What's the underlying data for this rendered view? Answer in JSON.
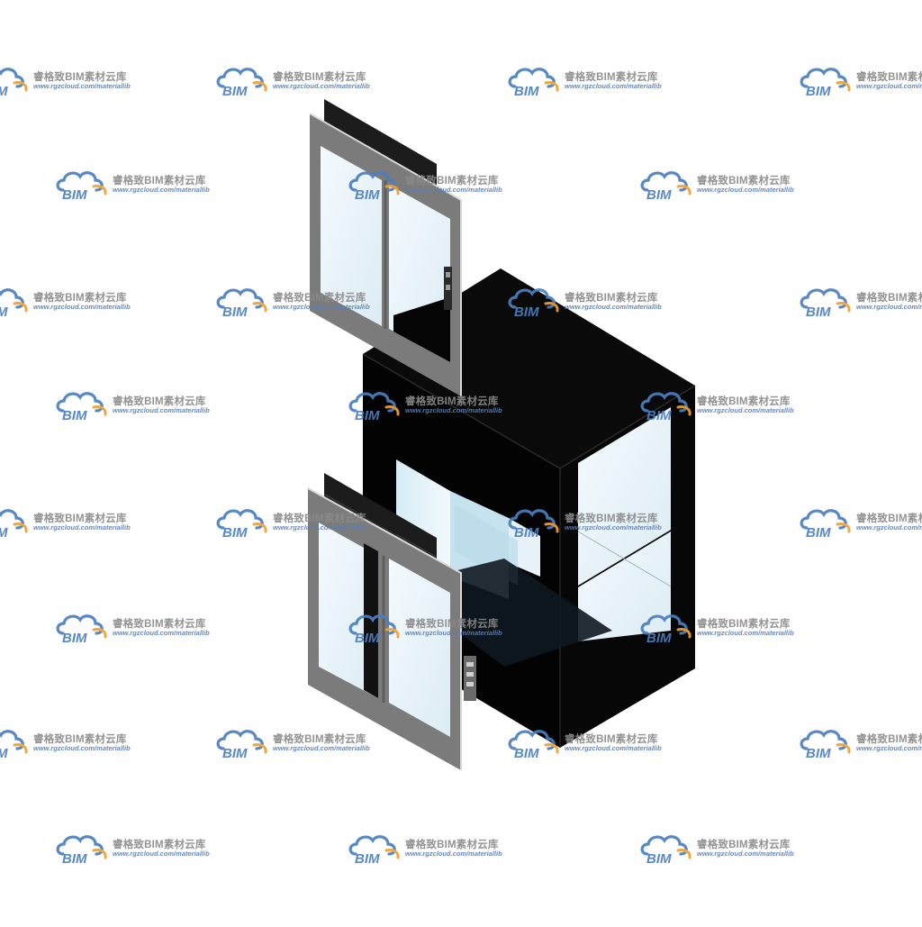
{
  "watermark": {
    "brand_text": "睿格致BIM素材云库",
    "url_text": "www.rgzcloud.com/materiallib",
    "logo_text": "BIM",
    "logo_icon": "cloud-icon",
    "colors": {
      "logo_blue": "#4a7fc1",
      "logo_orange": "#f0a030",
      "brand_gray": "#8a8a8a",
      "url_blue": "#5b7fb8"
    }
  },
  "model": {
    "description_colors": {
      "cabinet_body": "#050505",
      "door_frame": "#7a7a7a",
      "glass": "#eef6fa",
      "glass_tint": "#cfe6f2",
      "interior": "#000000"
    }
  }
}
